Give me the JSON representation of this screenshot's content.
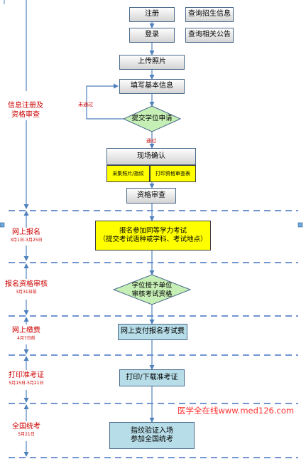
{
  "flow": {
    "register": "注册",
    "login": "登录",
    "query_enroll": "查询招生信息",
    "query_notice": "查询相关公告",
    "upload_photo": "上传照片",
    "fill_info": "填写基本信息",
    "submit_apply": "提交学位申请",
    "not_passed": "未通过",
    "passed": "通过",
    "onsite_confirm": "现场确认",
    "collect_photo": "采集照片/指纹",
    "print_review": "打印资格审查表",
    "qual_review": "资格审查",
    "exam_signup_line1": "报名参加同等学力考试",
    "exam_signup_line2": "（提交考试语种或学科、考试地点）",
    "unit_review_line1": "学位授予单位",
    "unit_review_line2": "审核考试资格",
    "pay_fee": "网上支付报名考试费",
    "print_ticket": "打印/下载准考证",
    "exam_line1": "指纹验证入场",
    "exam_line2": "参加全国统考"
  },
  "stages": [
    {
      "title": "信息注册及\n资格审查",
      "date": ""
    },
    {
      "title": "网上报名",
      "date": "3月1日-3月25日"
    },
    {
      "title": "报名资格审核",
      "date": "3月31日前"
    },
    {
      "title": "网上缴费",
      "date": "4月7日前"
    },
    {
      "title": "打印准考证",
      "date": "5月15日-5月21日"
    },
    {
      "title": "全国统考",
      "date": "5月21日"
    }
  ],
  "watermark": "医学全在线www.med126.com",
  "colors": {
    "arrow": "#4f81bd",
    "dash": "#4472c4",
    "stage_text": "#cc0000",
    "yellow": "#ffff00",
    "diamond": "#c6efb5"
  }
}
